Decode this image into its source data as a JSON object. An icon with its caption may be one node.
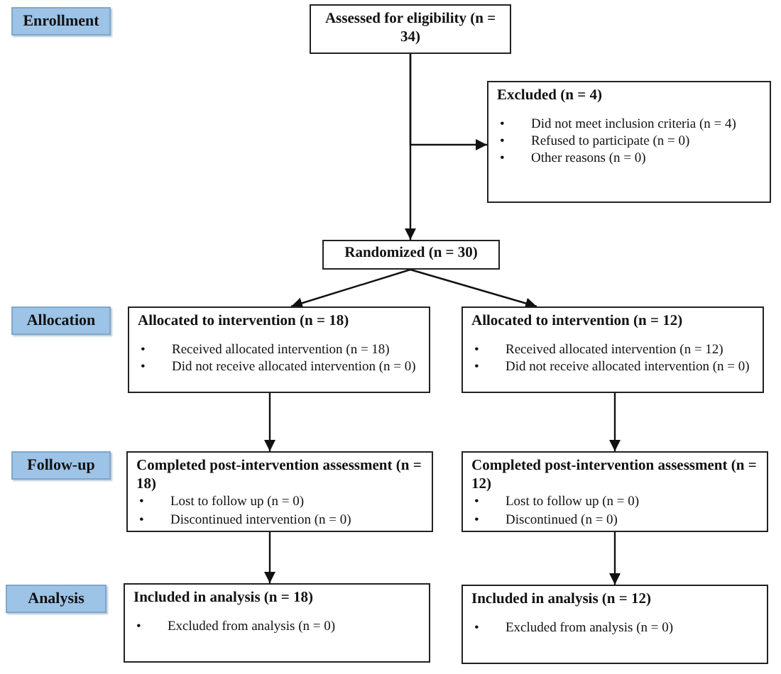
{
  "diagram": {
    "nodes": [
      {
        "text": [
          "Enrollment"
        ]
      },
      {
        "text": [
          "Assessed for eligibility (n = 34)"
        ]
      },
      {
        "text": [
          "Excluded (n = 4)",
          "•",
          "Did not meet inclusion criteria (n = 4)",
          "•",
          "Refused to participate (n = 0)",
          "•",
          "Other reasons (n = 0)"
        ]
      },
      {
        "text": [
          "Randomized (n = 30)"
        ]
      },
      {
        "text": [
          "Allocation"
        ]
      },
      {
        "text": [
          "Allocated to intervention (n = 18)",
          "•",
          "Received allocated intervention (n = 18)",
          "•",
          "Did not receive allocated intervention (n = 0)"
        ]
      },
      {
        "text": [
          "Allocated to intervention (n = 12)",
          "•",
          "Received allocated intervention (n = 12)",
          "•",
          "Did not receive allocated intervention (n = 0)"
        ]
      },
      {
        "text": [
          "Follow-up"
        ]
      },
      {
        "text": [
          "Completed post-intervention assessment (n = 18)",
          "•",
          "Lost to follow up (n = 0)",
          "•",
          "Discontinued intervention (n = 0)"
        ]
      },
      {
        "text": [
          "Completed post-intervention assessment (n = 12)",
          "•",
          "Lost to follow up (n = 0)",
          "•",
          "Discontinued (n = 0)"
        ]
      },
      {
        "text": [
          "Analysis"
        ]
      },
      {
        "text": [
          "Included in analysis (n = 18)",
          "•",
          "Excluded from analysis (n = 0)"
        ]
      },
      {
        "text": [
          "Included in analysis (n = 12)",
          "•",
          "Excluded from analysis (n = 0)"
        ]
      }
    ],
    "edges": [
      {
        "from": 1,
        "to": 3,
        "arrow": "to"
      },
      {
        "from": 1,
        "to": 2,
        "arrow": "to"
      },
      {
        "from": 3,
        "to": 5,
        "arrow": "to"
      },
      {
        "from": 3,
        "to": 6,
        "arrow": "to"
      },
      {
        "from": 5,
        "to": 8,
        "arrow": "to"
      },
      {
        "from": 6,
        "to": 9,
        "arrow": "to"
      },
      {
        "from": 8,
        "to": 11,
        "arrow": "to"
      },
      {
        "from": 9,
        "to": 12,
        "arrow": "to"
      }
    ]
  }
}
